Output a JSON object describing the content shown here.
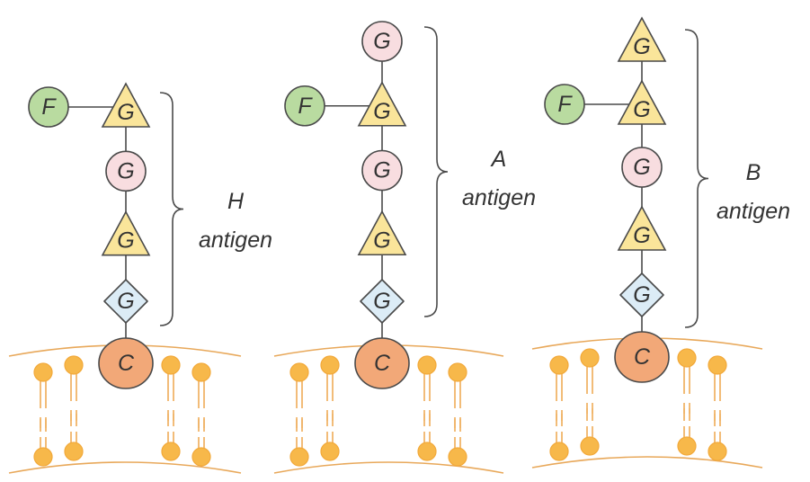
{
  "colors": {
    "fucose": "#b9dba0",
    "galactose_triangle": "#fae59a",
    "galactose_circle": "#f8dde0",
    "glucose_diamond": "#dcecf6",
    "ceramide": "#f2a878",
    "lipid_head": "#f7b84a"
  },
  "panels": [
    {
      "name": "h-antigen",
      "label_line1": "H",
      "label_line2": "antigen",
      "chain": [
        {
          "shape": "diamond",
          "symbol": "G"
        },
        {
          "shape": "triangle",
          "symbol": "G"
        },
        {
          "shape": "circle",
          "symbol": "G"
        },
        {
          "shape": "triangle",
          "symbol": "G"
        }
      ],
      "branch": {
        "shape": "circle",
        "symbol": "F",
        "attached_to": 3
      },
      "anchor": {
        "shape": "circle",
        "symbol": "C"
      }
    },
    {
      "name": "a-antigen",
      "label_line1": "A",
      "label_line2": "antigen",
      "chain": [
        {
          "shape": "diamond",
          "symbol": "G"
        },
        {
          "shape": "triangle",
          "symbol": "G"
        },
        {
          "shape": "circle",
          "symbol": "G"
        },
        {
          "shape": "triangle",
          "symbol": "G"
        },
        {
          "shape": "circle",
          "symbol": "G"
        }
      ],
      "branch": {
        "shape": "circle",
        "symbol": "F",
        "attached_to": 3
      },
      "anchor": {
        "shape": "circle",
        "symbol": "C"
      }
    },
    {
      "name": "b-antigen",
      "label_line1": "B",
      "label_line2": "antigen",
      "chain": [
        {
          "shape": "diamond",
          "symbol": "G"
        },
        {
          "shape": "triangle",
          "symbol": "G"
        },
        {
          "shape": "circle",
          "symbol": "G"
        },
        {
          "shape": "triangle",
          "symbol": "G"
        },
        {
          "shape": "triangle",
          "symbol": "G"
        }
      ],
      "branch": {
        "shape": "circle",
        "symbol": "F",
        "attached_to": 3
      },
      "anchor": {
        "shape": "circle",
        "symbol": "C"
      }
    }
  ]
}
